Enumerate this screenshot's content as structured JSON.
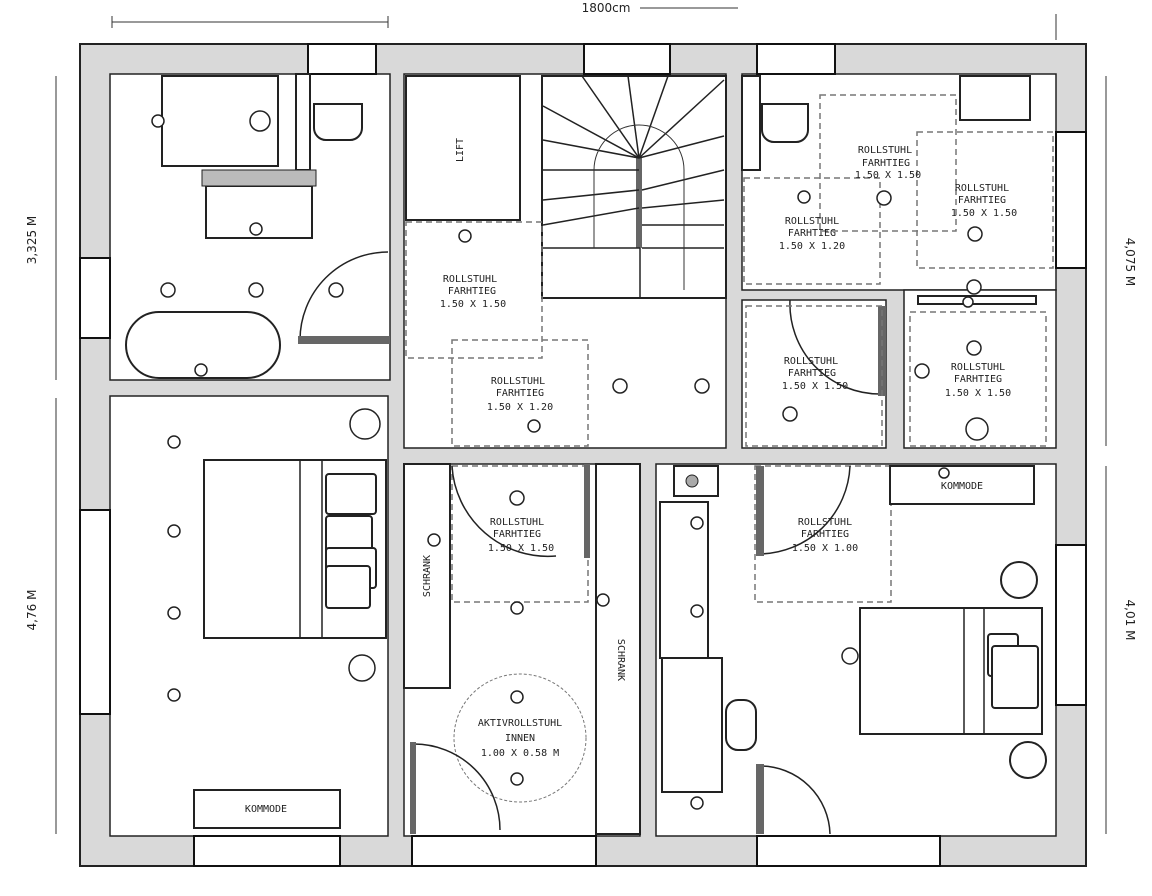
{
  "dimensions": {
    "total_width": "1800cm",
    "left_upper": "3,325 M",
    "left_lower": "4,76 M",
    "right_upper": "4,075 M",
    "right_lower": "4,01 M"
  },
  "labels": {
    "lift": "LIFT",
    "rollstuhl": "ROLLSTUHL",
    "fahrweg": "FARHTIEG",
    "size_150x150": "1.50 X 1.50",
    "size_150x120": "1.50 X 1.20",
    "size_150x100": "1.50 X 1.00",
    "schrank": "SCHRANK",
    "kommode": "KOMMODE",
    "aktiv_line1": "AKTIVROLLSTUHL",
    "aktiv_line2": "INNEN",
    "aktiv_line3": "1.00 X 0.58 M"
  }
}
